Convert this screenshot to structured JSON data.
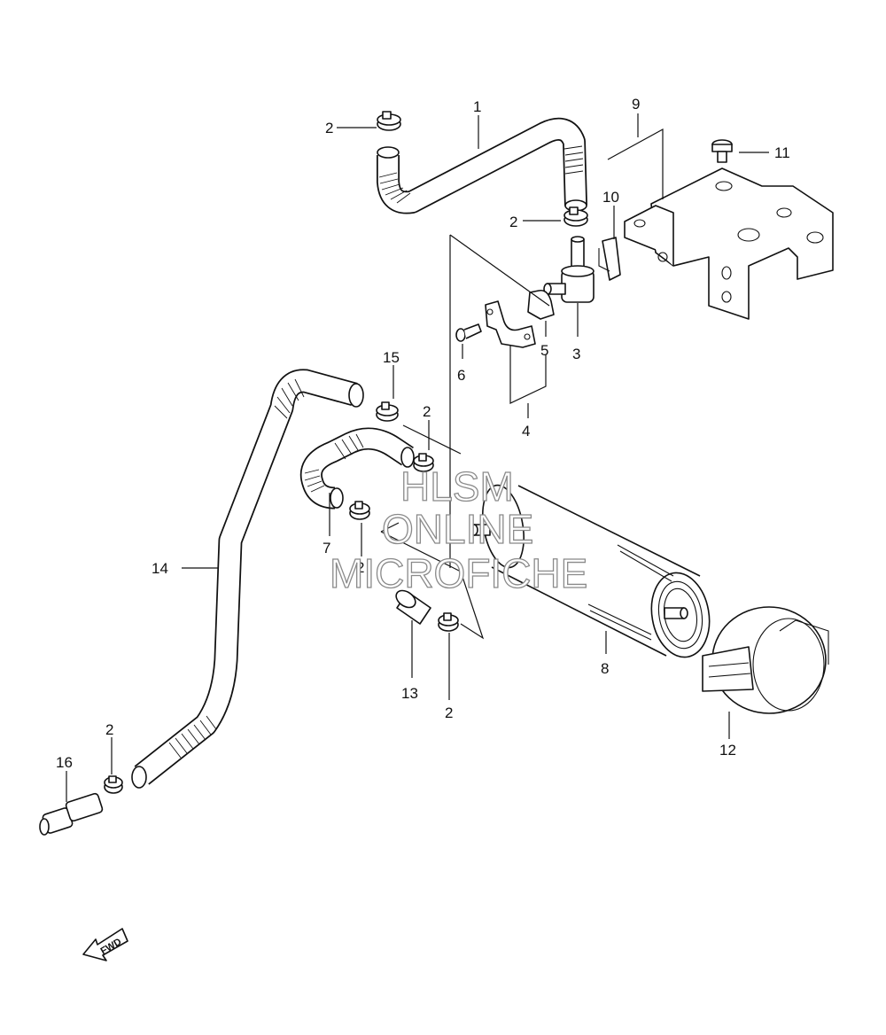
{
  "callouts": {
    "c1": "1",
    "c2a": "2",
    "c2b": "2",
    "c2c": "2",
    "c2d": "2",
    "c2e": "2",
    "c2f": "2",
    "c3": "3",
    "c4": "4",
    "c5": "5",
    "c6": "6",
    "c7": "7",
    "c8": "8",
    "c9": "9",
    "c10": "10",
    "c11": "11",
    "c12": "12",
    "c13": "13",
    "c14": "14",
    "c15": "15",
    "c16": "16"
  },
  "watermark": {
    "line1": "HLSM",
    "line2": "ONLINE",
    "line3": "MICROFICHE"
  },
  "fwd_label": "FWD"
}
